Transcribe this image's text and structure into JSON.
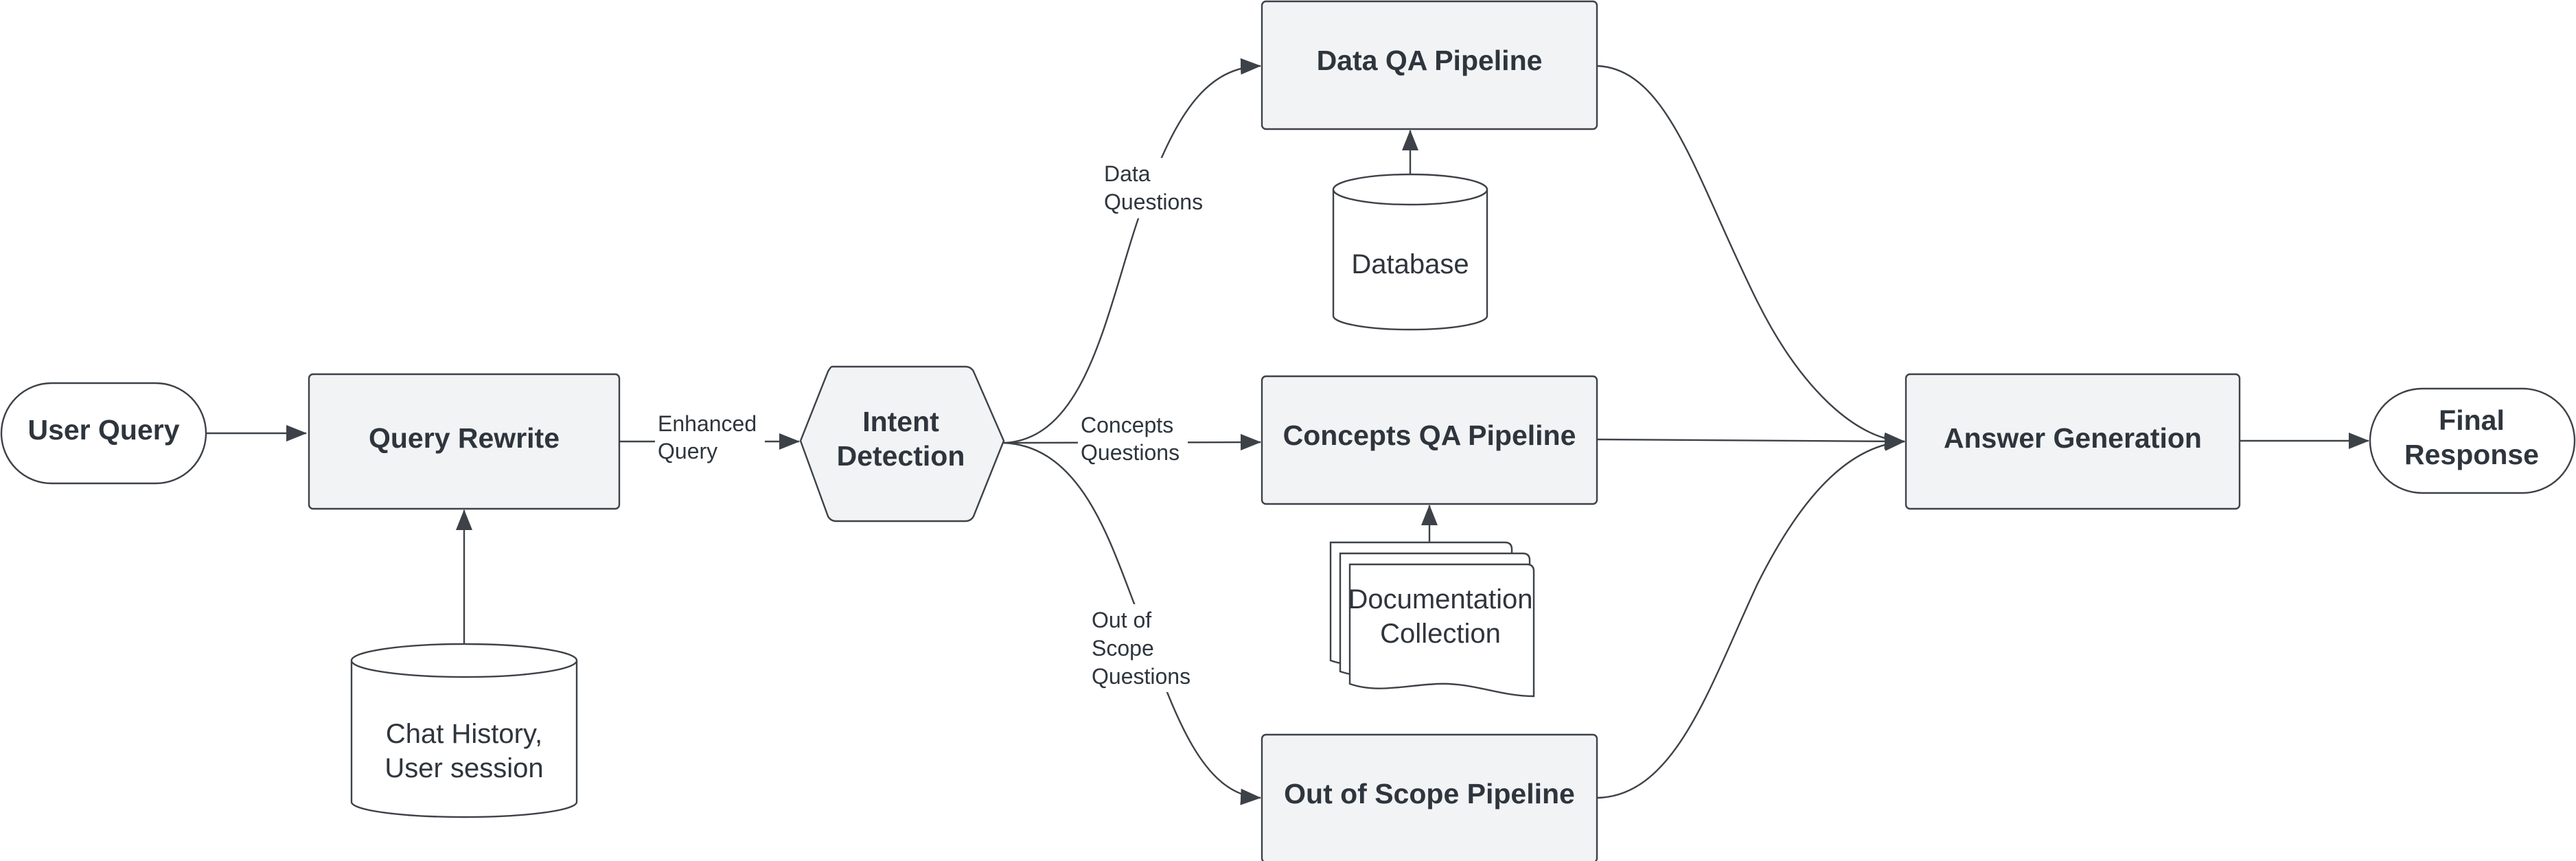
{
  "nodes": {
    "user_query": "User Query",
    "query_rewrite": "Query Rewrite",
    "chat_history": [
      "Chat History,",
      "User session"
    ],
    "intent_detection": [
      "Intent",
      "Detection"
    ],
    "data_qa_pipeline": "Data QA Pipeline",
    "database": "Database",
    "concepts_qa_pipeline": "Concepts QA Pipeline",
    "documentation_collection": [
      "Documentation",
      "Collection"
    ],
    "out_of_scope_pipeline": "Out of Scope Pipeline",
    "answer_generation": "Answer Generation",
    "final_response": [
      "Final",
      "Response"
    ]
  },
  "edge_labels": {
    "enhanced_query": [
      "Enhanced",
      "Query"
    ],
    "data_questions": [
      "Data",
      "Questions"
    ],
    "concepts_questions": [
      "Concepts",
      "Questions"
    ],
    "out_of_scope_questions": [
      "Out of",
      "Scope",
      "Questions"
    ]
  },
  "colors": {
    "node_fill": "#f2f3f5",
    "stroke": "#3d4248",
    "text": "#2e353d"
  }
}
